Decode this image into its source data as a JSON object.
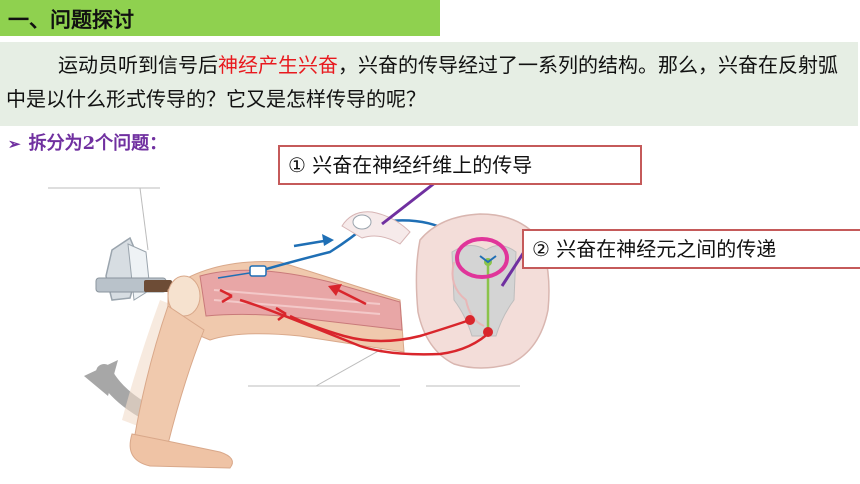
{
  "header": {
    "title": "一、问题探讨"
  },
  "intro": {
    "before": "运动员听到信号后",
    "highlight": "神经产生兴奋",
    "after": "，兴奋的传导经过了一系列的结构。那么，兴奋在反射弧中是以什么形式传导的？它又是怎样传导的呢？"
  },
  "subheading": {
    "bullet": "➢",
    "text": "拆分为2个问题："
  },
  "callouts": [
    {
      "text": "① 兴奋在神经纤维上的传导"
    },
    {
      "text": "② 兴奋在神经元之间的传递"
    }
  ],
  "colors": {
    "header_bg": "#8fd14f",
    "intro_bg": "#e6eee4",
    "highlight": "#e8191e",
    "subheading": "#7030a0",
    "callout_border": "#c55a5a",
    "sensory_nerve": "#1f6fb5",
    "motor_nerve": "#d9262c",
    "interneuron": "#8bc34a",
    "pointer": "#7030a0",
    "circle": "#e0359a"
  }
}
